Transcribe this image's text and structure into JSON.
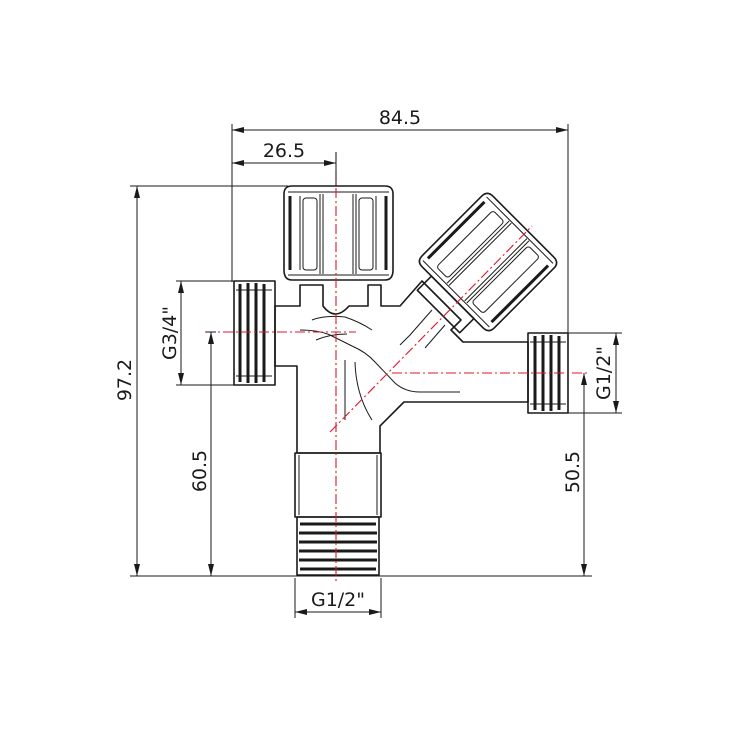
{
  "dimensions": {
    "overall_width": "84.5",
    "offset_width": "26.5",
    "overall_height": "97.2",
    "inlet_height": "60.5",
    "outlet_height": "50.5",
    "left_thread": "G3/4\"",
    "right_thread": "G1/2\"",
    "bottom_thread": "G1/2\""
  },
  "colors": {
    "outline": "#1a1a1a",
    "centerline": "#e0162b",
    "background": "#ffffff"
  }
}
